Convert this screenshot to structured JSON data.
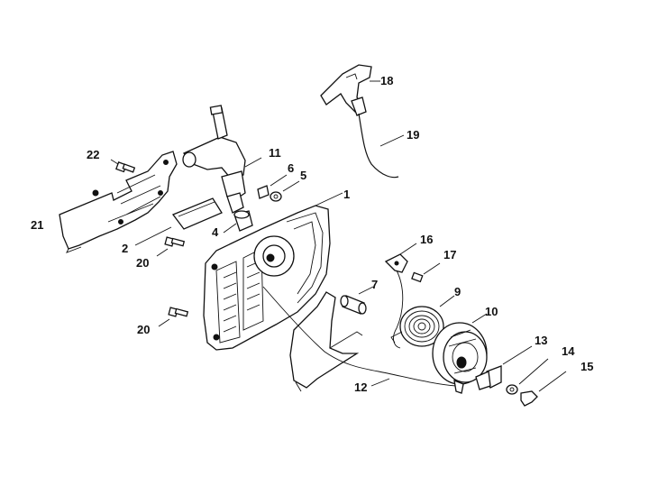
{
  "labels": {
    "p1": "1",
    "p2": "2",
    "p4": "4",
    "p5": "5",
    "p6": "6",
    "p7": "7",
    "p9": "9",
    "p10": "10",
    "p11": "11",
    "p12": "12",
    "p13": "13",
    "p14": "14",
    "p15": "15",
    "p16": "16",
    "p17": "17",
    "p18": "18",
    "p19": "19",
    "p20a": "20",
    "p20b": "20",
    "p21": "21",
    "p22": "22"
  }
}
